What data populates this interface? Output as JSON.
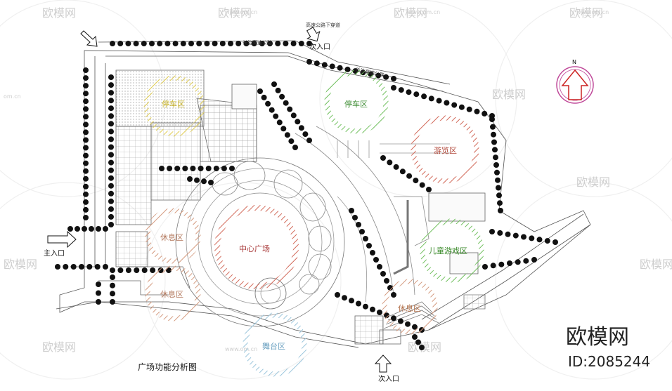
{
  "title": "广场功能分析图",
  "north_label": "N",
  "roads": {
    "top_road": "长治高速公路",
    "underpass": "高速公路下穿道",
    "right_road": "长治高速公路"
  },
  "entrances": {
    "main": "主入口",
    "secondary_top": "次入口",
    "secondary_bottom": "次入口"
  },
  "zones": [
    {
      "id": "parking-top-left",
      "label": "停车区",
      "color": "#d8c23a",
      "text_color": "#c9b42a"
    },
    {
      "id": "parking",
      "label": "停车区",
      "color": "#5fae4e",
      "text_color": "#3e8c33"
    },
    {
      "id": "sightseeing",
      "label": "游览区",
      "color": "#c85a4a",
      "text_color": "#b2483a"
    },
    {
      "id": "rest-1",
      "label": "休息区",
      "color": "#c98a6a",
      "text_color": "#b2765a"
    },
    {
      "id": "center-plaza",
      "label": "中心广场",
      "color": "#b84848",
      "text_color": "#a83838"
    },
    {
      "id": "rest-2",
      "label": "休息区",
      "color": "#c98a6a",
      "text_color": "#b2765a"
    },
    {
      "id": "children",
      "label": "儿童游戏区",
      "color": "#4a9a3a",
      "text_color": "#3a8a2a"
    },
    {
      "id": "rest-3",
      "label": "休息区",
      "color": "#c9825a",
      "text_color": "#b2704a"
    },
    {
      "id": "stage",
      "label": "舞台区",
      "color": "#7ab0cc",
      "text_color": "#6aa0c0"
    }
  ],
  "watermarks": {
    "brand": "欧模网",
    "site": "www.om.cn",
    "site_short": "om.cn"
  },
  "brand_logo": "欧模网",
  "brand_id": "ID:2085244"
}
